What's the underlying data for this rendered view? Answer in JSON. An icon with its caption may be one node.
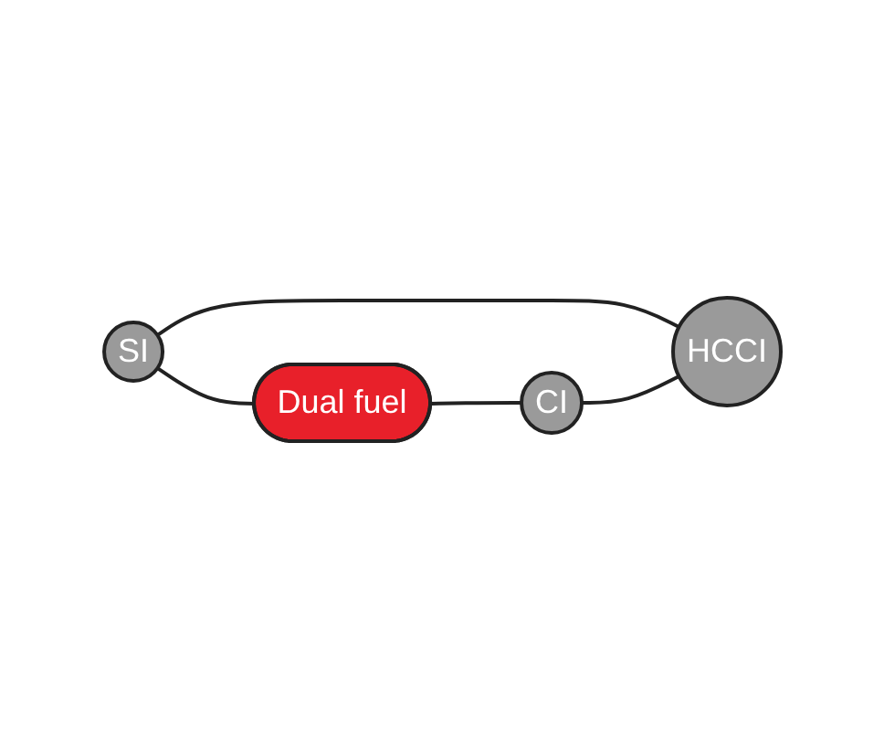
{
  "diagram": {
    "nodes": [
      {
        "text": [
          "SI"
        ]
      },
      {
        "text": [
          "Dual fuel"
        ]
      },
      {
        "text": [
          "CI"
        ]
      },
      {
        "text": [
          "HCCI"
        ]
      }
    ],
    "edges": [
      {
        "from": 0,
        "to": 1,
        "arrow": "none"
      },
      {
        "from": 1,
        "to": 2,
        "arrow": "none"
      },
      {
        "from": 0,
        "to": 3,
        "arrow": "none"
      },
      {
        "from": 2,
        "to": 3,
        "arrow": "none"
      }
    ]
  }
}
